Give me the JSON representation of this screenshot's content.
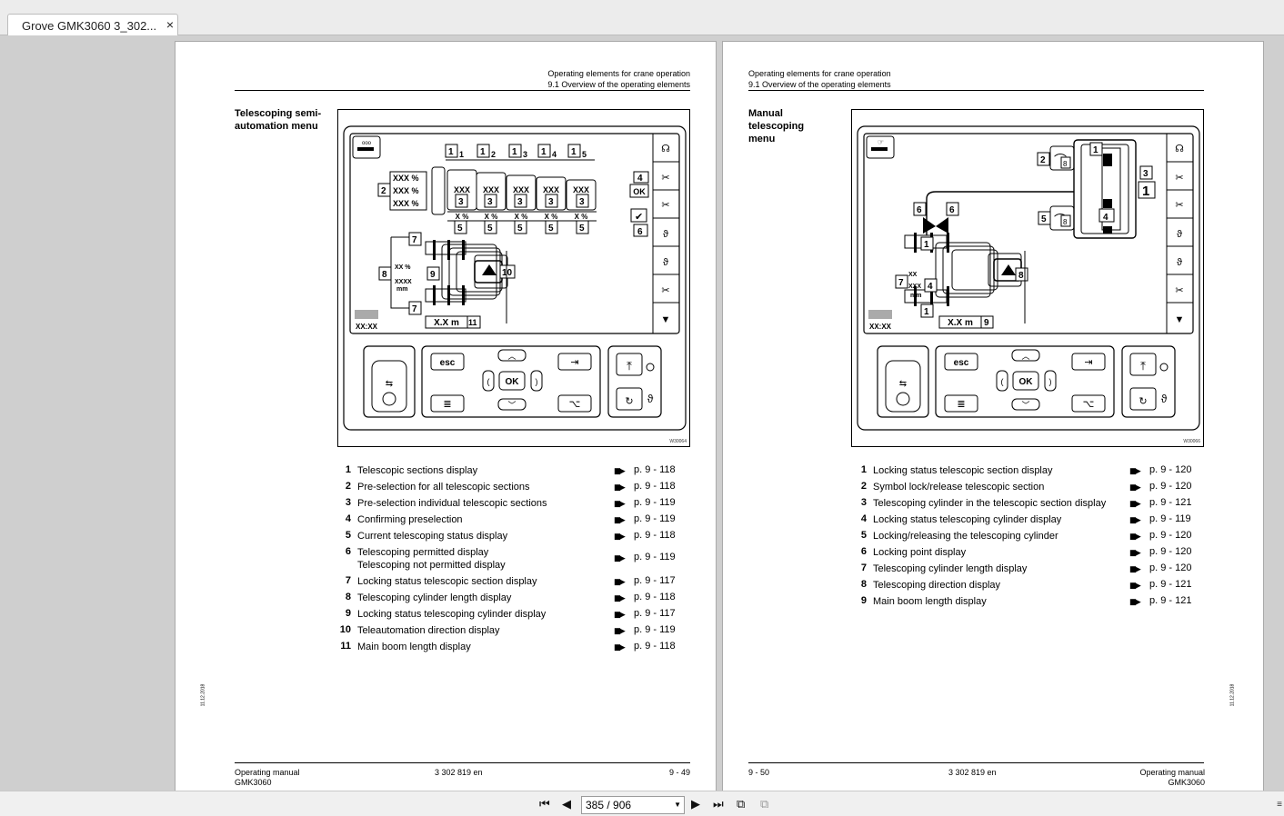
{
  "tab": {
    "title": "Grove GMK3060 3_302...",
    "close": "×"
  },
  "left_page": {
    "header": [
      "Operating elements for crane operation",
      "9.1 Overview of the operating elements"
    ],
    "section_title": "Telescoping semi-\nautomation menu",
    "figure_code": "W30064",
    "figure": {
      "top_labels": [
        "1",
        "1",
        "1",
        "1",
        "1"
      ],
      "top_subs": [
        "1",
        "2",
        "3",
        "4",
        "5"
      ],
      "pct": [
        "XXX %",
        "XXX %",
        "XXX %"
      ],
      "xxx": [
        "XXX",
        "XXX",
        "XXX",
        "XXX",
        "XXX"
      ],
      "x_pct": [
        "X %",
        "X %",
        "X %",
        "X %",
        "X %"
      ],
      "ok": "OK",
      "xx_pct": "XX %",
      "xxxx": "XXXX",
      "mm": "mm",
      "xxm": "X.X m",
      "time": "XX:XX",
      "callouts": [
        "2",
        "3",
        "4",
        "5",
        "6",
        "7",
        "8",
        "9",
        "10",
        "11"
      ],
      "keys": {
        "esc": "esc",
        "ok": "OK"
      }
    },
    "legend": [
      {
        "num": "1",
        "text": "Telescopic sections display",
        "page": "p. 9 - 118"
      },
      {
        "num": "2",
        "text": "Pre-selection for all telescopic sections",
        "page": "p. 9 - 118"
      },
      {
        "num": "3",
        "text": "Pre-selection individual telescopic sections",
        "page": "p. 9 - 119"
      },
      {
        "num": "4",
        "text": "Confirming preselection",
        "page": "p. 9 - 119"
      },
      {
        "num": "5",
        "text": "Current telescoping status display",
        "page": "p. 9 - 118"
      },
      {
        "num": "6",
        "text": "Telescoping permitted display\nTelescoping not permitted display",
        "page": "p. 9 - 119"
      },
      {
        "num": "7",
        "text": "Locking status telescopic section display",
        "page": "p. 9 - 117"
      },
      {
        "num": "8",
        "text": "Telescoping cylinder length display",
        "page": "p. 9 - 118"
      },
      {
        "num": "9",
        "text": "Locking status telescoping cylinder display",
        "page": "p. 9 - 117"
      },
      {
        "num": "10",
        "text": "Teleautomation direction display",
        "page": "p. 9 - 119"
      },
      {
        "num": "11",
        "text": "Main boom length display",
        "page": "p. 9 - 118"
      }
    ],
    "side_date": "11.12.2018",
    "footer": {
      "left1": "Operating manual",
      "left2": "GMK3060",
      "center": "3 302 819 en",
      "right": "9 - 49"
    }
  },
  "right_page": {
    "header": [
      "Operating elements for crane operation",
      "9.1 Overview of the operating elements"
    ],
    "section_title": "Manual\ntelescoping\nmenu",
    "figure_code": "W30066",
    "figure": {
      "callouts": [
        "1",
        "2",
        "3",
        "4",
        "5",
        "6",
        "6",
        "1",
        "4",
        "7",
        "1",
        "8",
        "9"
      ],
      "big_one": "1",
      "sub8": "8",
      "xx": "XX",
      "xxx": "XXX",
      "mm": "mm",
      "xxm": "X.X m",
      "time": "XX:XX",
      "keys": {
        "esc": "esc",
        "ok": "OK"
      }
    },
    "legend": [
      {
        "num": "1",
        "text": "Locking status telescopic section display",
        "page": "p. 9 - 120"
      },
      {
        "num": "2",
        "text": "Symbol lock/release telescopic section",
        "page": "p. 9 - 120"
      },
      {
        "num": "3",
        "text": "Telescoping cylinder in the telescopic section display",
        "page": "p. 9 - 121"
      },
      {
        "num": "4",
        "text": "Locking status telescoping cylinder display",
        "page": "p. 9 - 119"
      },
      {
        "num": "5",
        "text": "Locking/releasing the telescoping cylinder",
        "page": "p. 9 - 120"
      },
      {
        "num": "6",
        "text": "Locking point display",
        "page": "p. 9 - 120"
      },
      {
        "num": "7",
        "text": "Telescoping cylinder length display",
        "page": "p. 9 - 120"
      },
      {
        "num": "8",
        "text": "Telescoping direction display",
        "page": "p. 9 - 121"
      },
      {
        "num": "9",
        "text": "Main boom length display",
        "page": "p. 9 - 121"
      }
    ],
    "side_date": "11.12.2018",
    "footer": {
      "left": "9 - 50",
      "center": "3 302 819 en",
      "right1": "Operating manual",
      "right2": "GMK3060"
    }
  },
  "toolbar": {
    "page_indicator": "385 / 906",
    "icons": [
      "first-page-icon",
      "prev-page-icon",
      "next-page-icon",
      "last-page-icon",
      "copy-icon",
      "fit-icon"
    ]
  }
}
